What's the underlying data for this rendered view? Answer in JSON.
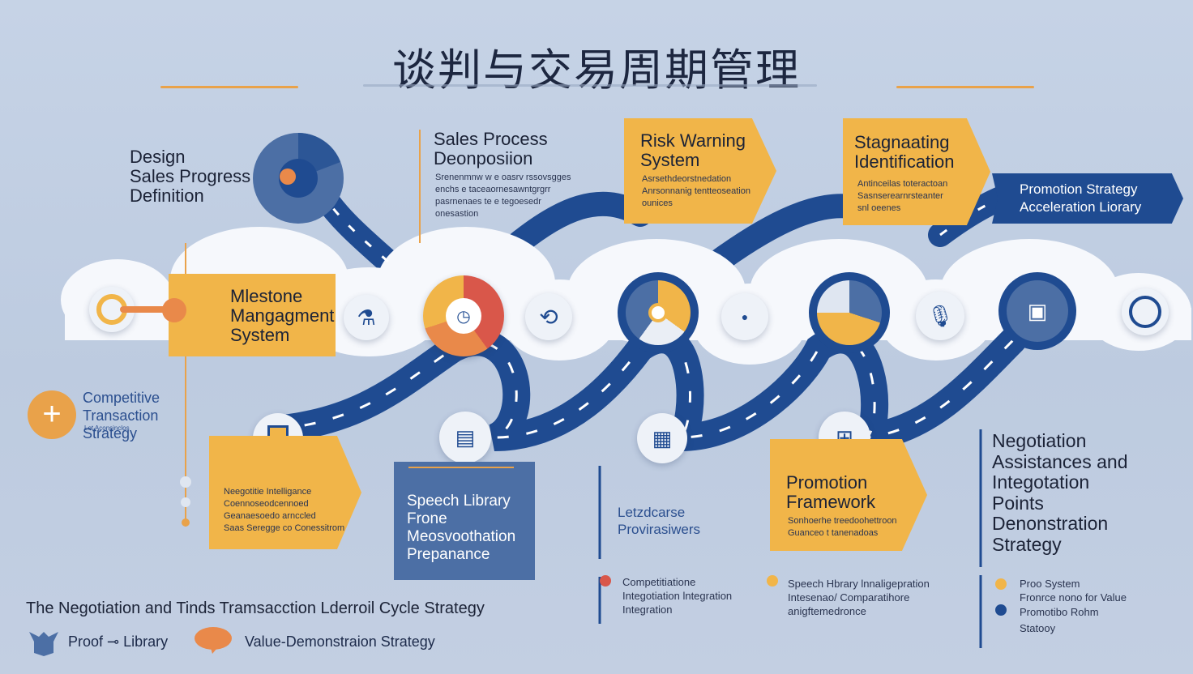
{
  "title": "谈判与交易周期管理",
  "colors": {
    "navy": "#1f4b91",
    "gold": "#f1b549",
    "orange": "#e9894a",
    "steel": "#4c6fa5",
    "red": "#d9574a"
  },
  "top": {
    "design": "Design\nSales Progress\nDefinition",
    "sales_process": {
      "heading": "Sales Process\nDeonposiion",
      "text": "Srenenmnw w e oasrv rssovsgges\nenchs e taceaornesawntgrgrr\npasrnenaes te e tegoesedr\nonesastion"
    },
    "risk": {
      "heading": "Risk Warning\nSystem",
      "text": "Asrsethdeorstnedation\nAnrsonnanig tentteoseation\nounices"
    },
    "stagnation": {
      "heading": "Stagnaating\nIdentification",
      "text": "Antinceilas toteractoan\nSasnserearnrsteanter\nsnl oeenes"
    },
    "promotion_arrow": "Promotion Strategy\nAcceleration Liorary"
  },
  "middle": {
    "milestone": "Mlestone\nMangagment\nSystem",
    "competitive": "Competitive\nTransaction\nStrategy",
    "competitive_small": "Lot Aconsinclos"
  },
  "lower": {
    "negotiation_box": "Neegotitie Intelligance\nCoennoseodcennoed\nGeanaesoedo arnccled\nSaas Seregge co Conessitrom",
    "speech_library": "Speech Library\nFrone\nMeosvoothation\nPrepanance",
    "competitive_note": "Letzdcarse\nProvirasiwers",
    "promotion_framework": {
      "heading": "Promotion\nFramework",
      "text": "Sonhoerhe treedoohettroon\nGuanceo t tanenadoas"
    },
    "negotiation_right": "Negotiation\nAssistances and\nIntegotation\nPoints\nDenonstration\nStrategy"
  },
  "legend": [
    {
      "color": "#d9574a",
      "text": "Competitiatione\nIntegotiation lntegration\nIntegration"
    },
    {
      "color": "#f1b549",
      "text": "Speech Hbrary lnnaligepration\nIntesenao/ Comparatihore\nanigftemedronce"
    },
    {
      "color": "#f1b549",
      "text": "Proo System\nFronrce nono for Value"
    },
    {
      "color": "#1f4b91",
      "text": "Promotibo Rohm\nStatooy"
    }
  ],
  "bottom": {
    "strategy": "The Negotiation and Tinds Tramsacction Lderroil Cycle Strategy",
    "proof": "Proof  ⊸ Library",
    "value": "Value-Demonstraion Strategy"
  }
}
